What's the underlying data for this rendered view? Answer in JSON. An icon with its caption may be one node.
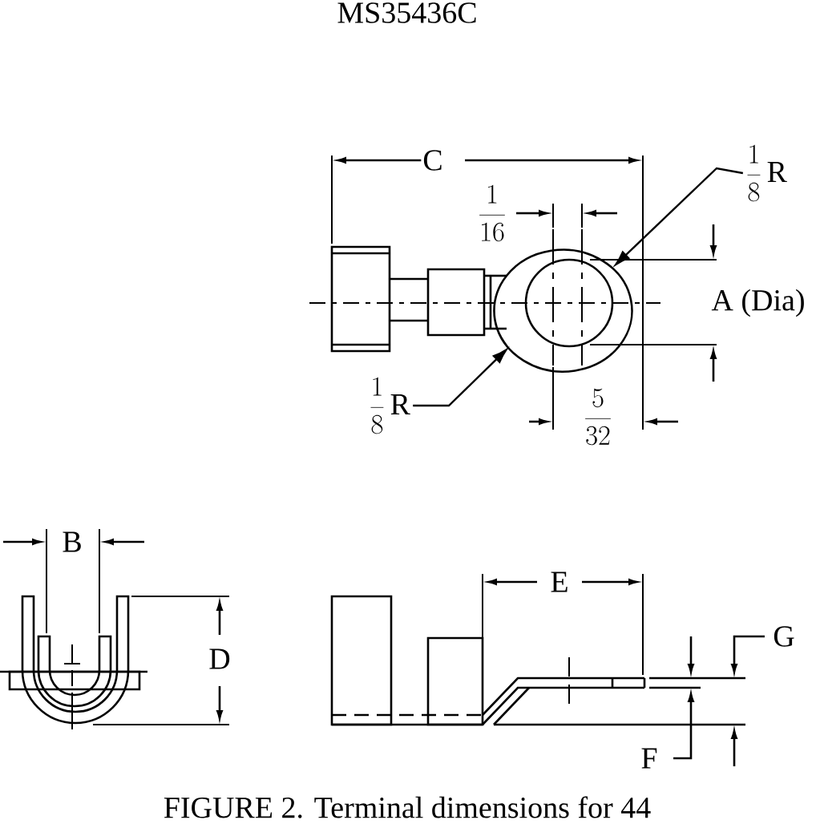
{
  "diagram": {
    "title": "MS35436C",
    "caption": "FIGURE 2. Terminal dimensions for 44",
    "nodes": [
      {
        "text": [
          "\\frac{1}{8}\\,\\mathrm{R}"
        ]
      },
      {
        "text": [
          "\\frac{1}{8}\\,\\mathrm{R}"
        ]
      }
    ],
    "edges": [
      {
        "from": 0,
        "to": null,
        "arrow": "to"
      },
      {
        "from": 1,
        "to": null,
        "arrow": "to"
      }
    ],
    "labels": [
      "C",
      "\\frac{1}{16}",
      "A (Dia)",
      "\\frac{5}{32}",
      "B",
      "D",
      "E",
      "G",
      "F"
    ]
  }
}
